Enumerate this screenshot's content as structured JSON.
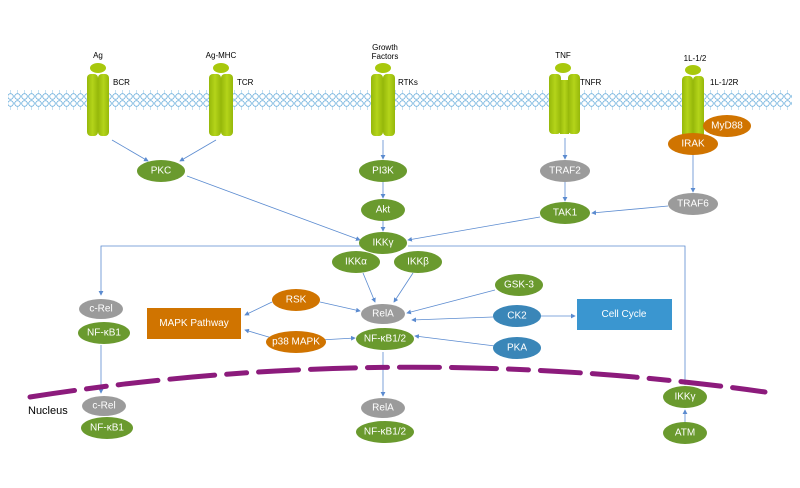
{
  "receptors": {
    "bcr": {
      "ligand": "Ag",
      "name": "BCR"
    },
    "tcr": {
      "ligand": "Ag-MHC",
      "name": "TCR"
    },
    "rtk": {
      "ligand_line1": "Growth",
      "ligand_line2": "Factors",
      "name": "RTKs"
    },
    "tnfr": {
      "ligand": "TNF",
      "name": "TNFR"
    },
    "il": {
      "ligand": "1L-1/2",
      "name": "1L-1/2R"
    }
  },
  "nodes": {
    "pkc": "PKC",
    "pi3k": "PI3K",
    "akt": "Akt",
    "traf2": "TRAF2",
    "tak1": "TAK1",
    "traf6": "TRAF6",
    "irak": "IRAK",
    "myd88": "MyD88",
    "ikkg": "IKKγ",
    "ikka": "IKKα",
    "ikkb": "IKKβ",
    "crel": "c-Rel",
    "nfkb1": "NF-κB1",
    "rsk": "RSK",
    "p38": "p38 MAPK",
    "mapk": "MAPK Pathway",
    "rela": "RelA",
    "nfkb12": "NF-κB1/2",
    "gsk3": "GSK-3",
    "ck2": "CK2",
    "pka": "PKA",
    "cellcycle": "Cell Cycle",
    "nucleus": "Nucleus",
    "n_crel": "c-Rel",
    "n_nfkb1": "NF-κB1",
    "n_rela": "RelA",
    "n_nfkb12": "NF-κB1/2",
    "n_ikkg": "IKKγ",
    "atm": "ATM"
  },
  "colors": {
    "green": "#6a9a2e",
    "gray": "#9b9b9b",
    "orange": "#d07400",
    "blue": "#3a86b8",
    "receptor": "#a8c80c",
    "membrane": "#8c1b7c",
    "line": "#5b8bd0"
  }
}
